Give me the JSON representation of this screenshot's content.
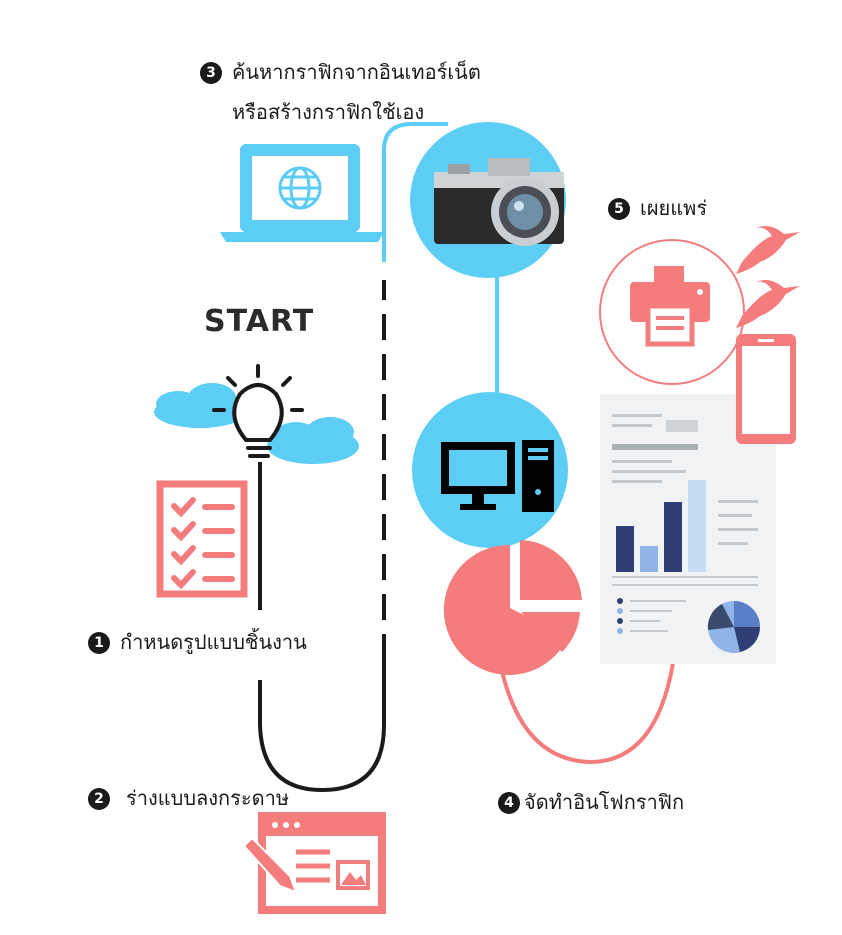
{
  "start_label": "START",
  "steps": [
    {
      "number": "1",
      "text": "กำหนดรูปแบบชิ้นงาน"
    },
    {
      "number": "2",
      "text": "ร่างแบบลงกระดาษ"
    },
    {
      "number": "3",
      "line1": "ค้นหากราฟิกจากอินเทอร์เน็ต",
      "line2": "หรือสร้างกราฟิกใช้เอง"
    },
    {
      "number": "4",
      "text": "จัดทำอินโฟกราฟิก"
    },
    {
      "number": "5",
      "text": "เผยแพร่"
    }
  ],
  "colors": {
    "blue": "#5ccdf5",
    "coral": "#f47c7c",
    "dark": "#1a1a1a",
    "navy": "#2f3f75"
  },
  "icons": [
    "lightbulb-icon",
    "cloud-icon",
    "checklist-icon",
    "sketch-window-icon",
    "laptop-globe-icon",
    "camera-icon",
    "desktop-computer-icon",
    "pie-chart-icon",
    "infographic-document-icon",
    "printer-icon",
    "hummingbird-icon",
    "smartphone-icon"
  ]
}
